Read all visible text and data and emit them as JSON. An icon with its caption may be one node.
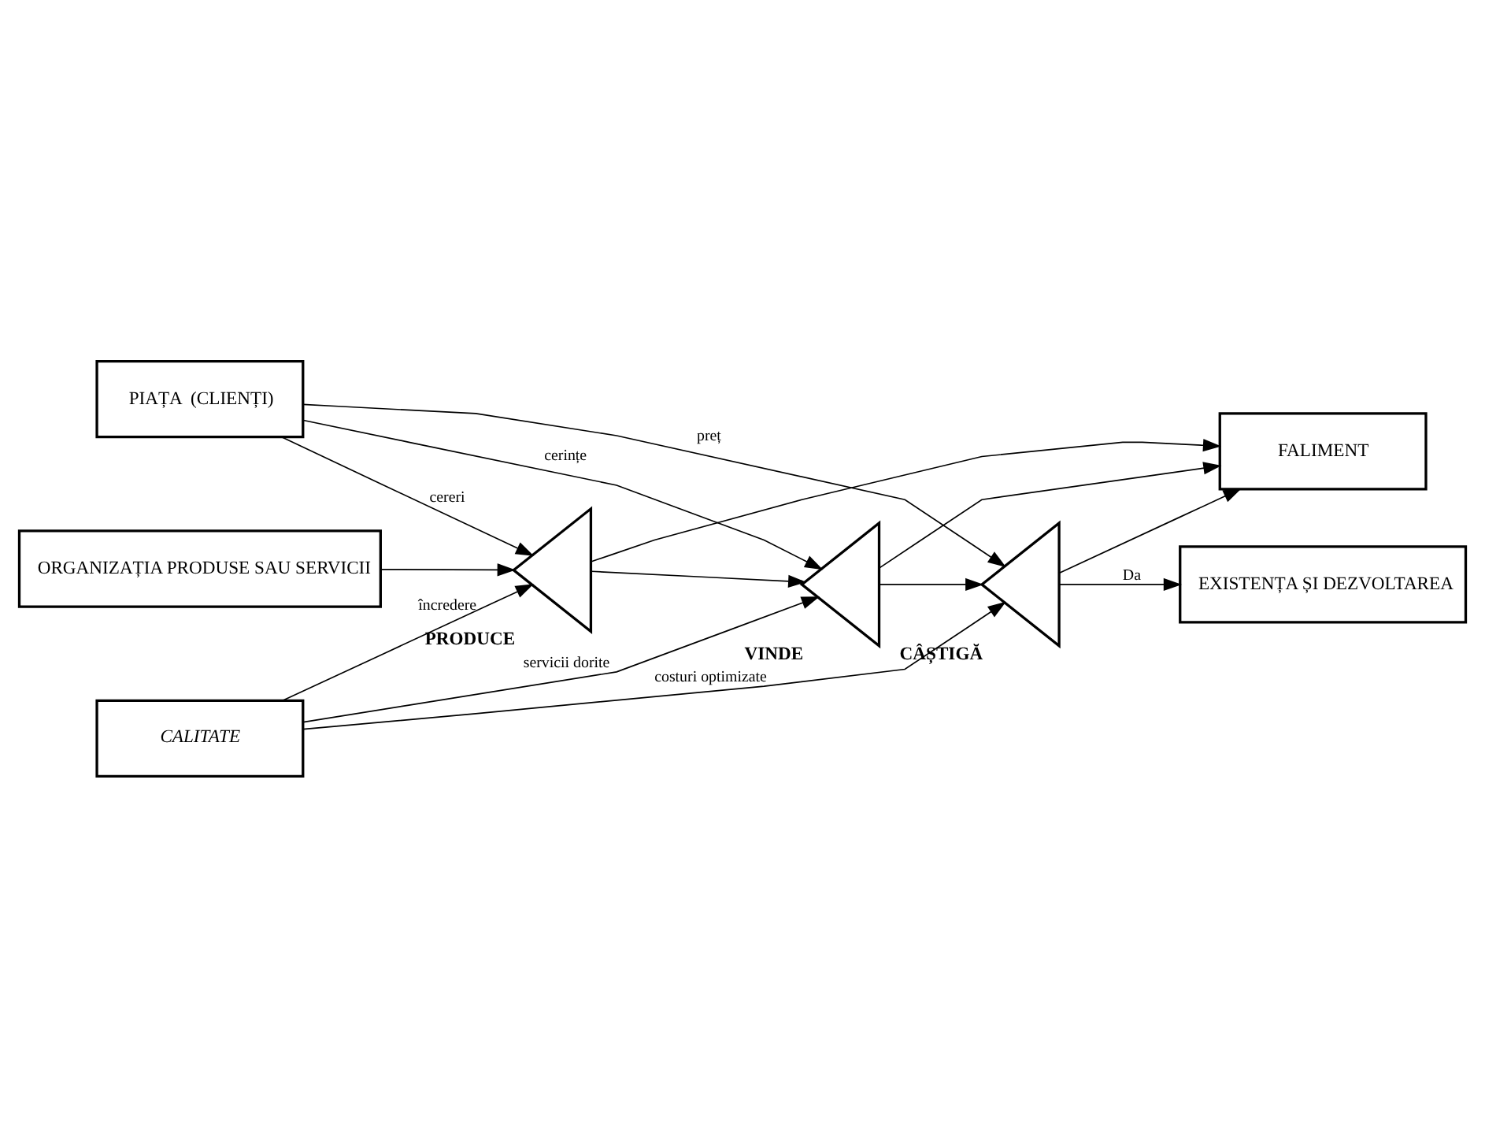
{
  "diagram": {
    "nodes": [
      {
        "text": [
          "PIAȚA  (CLIENȚI)"
        ]
      },
      {
        "text": [
          "EXISTENȚA ȘI DEZVOLTAREA"
        ]
      },
      {
        "text": [
          "ORGANIZAȚIA PRODUSE SAU SERVICII"
        ]
      },
      {
        "text": [],
        "shape": "triangle",
        "beside": [
          "PRODUCE"
        ]
      },
      {
        "text": [],
        "shape": "triangle",
        "beside": [
          "VINDE"
        ]
      },
      {
        "text": [],
        "shape": "triangle",
        "beside": [
          "CÂȘTIGĂ"
        ]
      },
      {
        "text": [
          "FALIMENT"
        ]
      },
      {
        "text": [
          "CALITATE"
        ]
      }
    ],
    "edges": [
      {
        "from": 0,
        "to": 3,
        "arrow": "to",
        "label": "cereri"
      },
      {
        "from": 0,
        "to": 4,
        "arrow": "to",
        "label": "cerințe"
      },
      {
        "from": 0,
        "to": 5,
        "arrow": "to",
        "label": "preț"
      },
      {
        "from": 2,
        "to": 3,
        "arrow": "to"
      },
      {
        "from": 3,
        "to": 4,
        "arrow": "to"
      },
      {
        "from": 4,
        "to": 5,
        "arrow": "to"
      },
      {
        "from": 5,
        "to": 1,
        "arrow": "to",
        "label": "Da"
      },
      {
        "from": 5,
        "to": 6,
        "arrow": "to"
      },
      {
        "from": 4,
        "to": 6,
        "arrow": "to"
      },
      {
        "from": 3,
        "to": 6,
        "arrow": "to"
      },
      {
        "from": 7,
        "to": 3,
        "arrow": "to",
        "label": "încredere"
      },
      {
        "from": 7,
        "to": 4,
        "arrow": "to",
        "label": "servicii dorite"
      },
      {
        "from": 7,
        "to": 5,
        "arrow": "to",
        "label": "costuri optimizate"
      }
    ]
  }
}
